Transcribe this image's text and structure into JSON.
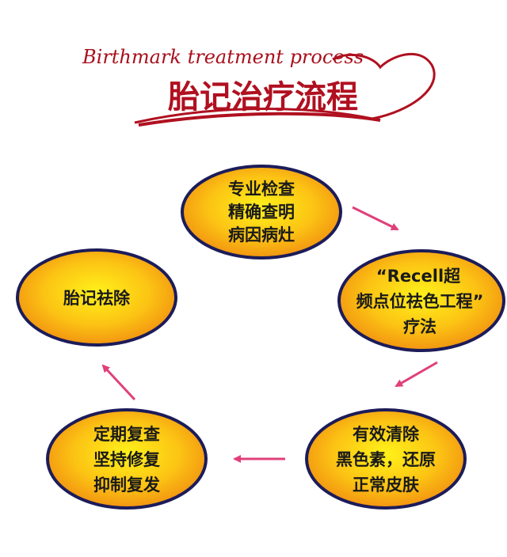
{
  "header": {
    "title_en": "Birthmark treatment process",
    "title_cn": "胎记治疗流程"
  },
  "colors": {
    "title": "#b01020",
    "arrow": "#e0407a",
    "node_border": "#1c1c5a",
    "node_center": "#fff21a",
    "node_edge": "#f08a10"
  },
  "nodes": [
    {
      "id": "exam",
      "lines": [
        "专业检查",
        "精确查明",
        "病因病灶"
      ]
    },
    {
      "id": "recell",
      "lines": [
        "“Recell超",
        "频点位祛色工程”",
        "疗法"
      ]
    },
    {
      "id": "clear",
      "lines": [
        "有效清除",
        "黑色素，还原",
        "正常皮肤"
      ]
    },
    {
      "id": "review",
      "lines": [
        "定期复查",
        "坚持修复",
        "抑制复发"
      ]
    },
    {
      "id": "remove",
      "lines": [
        "胎记祛除"
      ]
    }
  ]
}
